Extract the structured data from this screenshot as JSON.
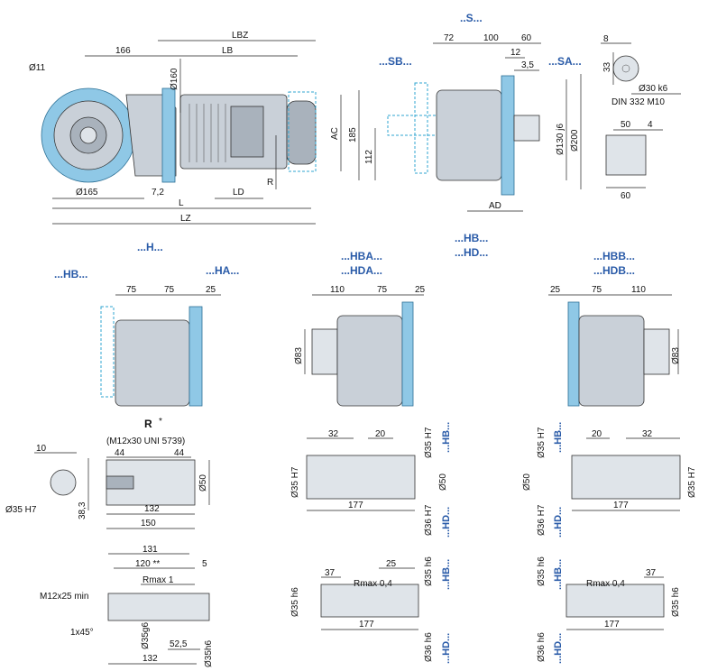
{
  "views": {
    "main": {
      "dims": [
        "LBZ",
        "166",
        "LB",
        "Ø11",
        "Ø160",
        "AC",
        "R",
        "LD",
        "Ø165",
        "7,2",
        "L",
        "LZ"
      ]
    },
    "side": {
      "label_s": "..S...",
      "label_sb": "...SB...",
      "label_sa": "...SA...",
      "dims": [
        "72",
        "100",
        "60",
        "12",
        "3,5",
        "185",
        "112",
        "Ø130 j6",
        "Ø200",
        "AD"
      ]
    },
    "key": {
      "dims": [
        "8",
        "33",
        "Ø30 k6",
        "DIN 332 M10",
        "50",
        "4",
        "60"
      ]
    },
    "h": {
      "label_h": "...H...",
      "label_hb": "...HB...",
      "label_ha": "...HA...",
      "dims": [
        "75",
        "75",
        "25"
      ]
    },
    "hba": {
      "label_1": "...HBA...",
      "label_2": "...HDA...",
      "dims": [
        "110",
        "75",
        "25",
        "Ø83"
      ]
    },
    "hb_hd": {
      "label_1": "...HB...",
      "label_2": "...HD..."
    },
    "hbb": {
      "label_1": "...HBB...",
      "label_2": "...HDB...",
      "dims": [
        "25",
        "75",
        "110",
        "Ø83"
      ]
    },
    "r": {
      "title": "R",
      "star": "*",
      "note": "(M12x30 UNI 5739)",
      "dims": [
        "10",
        "44",
        "44",
        "Ø50",
        "Ø35 H7",
        "38,3",
        "132",
        "150"
      ]
    },
    "hb_mid": {
      "dims": [
        "32",
        "20",
        "Ø35 H7",
        "Ø50",
        "Ø35 H7",
        "Ø36 H7",
        "177"
      ],
      "label_hb": "...HB...",
      "label_hd": "...HD..."
    },
    "hdb_right": {
      "dims": [
        "Ø35 H7",
        "Ø36 H7",
        "20",
        "32",
        "Ø50",
        "Ø35 H7",
        "177"
      ],
      "label_hb": "...HB...",
      "label_hd": "...HD..."
    },
    "shaft_left": {
      "dims": [
        "131",
        "120 **",
        "5",
        "Rmax 1",
        "M12x25 min",
        "1x45°",
        "Ø35g6",
        "52,5",
        "Ø35h6",
        "132"
      ]
    },
    "shaft_mid": {
      "dims": [
        "37",
        "25",
        "Rmax 0,4",
        "Ø35 h6",
        "Ø35 h6",
        "Ø36 h6",
        "177"
      ],
      "label_hb": "...HB...",
      "label_hd": "...HD..."
    },
    "shaft_right": {
      "dims": [
        "Ø35 h6",
        "Ø36 h6",
        "Rmax 0,4",
        "37",
        "Ø35 h6",
        "177"
      ],
      "label_hb": "...HB...",
      "label_hd": "...HD..."
    }
  },
  "colors": {
    "flange": "#8fc8e6",
    "housing": "#c9d0d8",
    "label_blue": "#2a5ba8",
    "ghost": "#2fa6d0"
  }
}
